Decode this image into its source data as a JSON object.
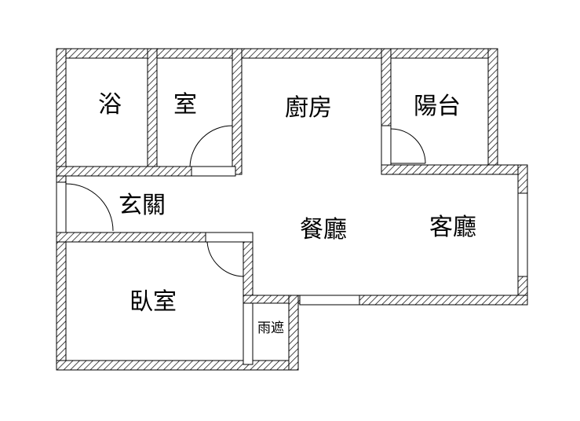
{
  "rooms": {
    "bath_left": "浴",
    "bath_right": "室",
    "kitchen": "廚房",
    "balcony": "陽台",
    "entrance": "玄關",
    "dining": "餐廳",
    "living": "客廳",
    "bedroom": "臥室",
    "canopy": "雨遮"
  },
  "colors": {
    "wall_hatch": "#000000",
    "background": "#ffffff"
  }
}
